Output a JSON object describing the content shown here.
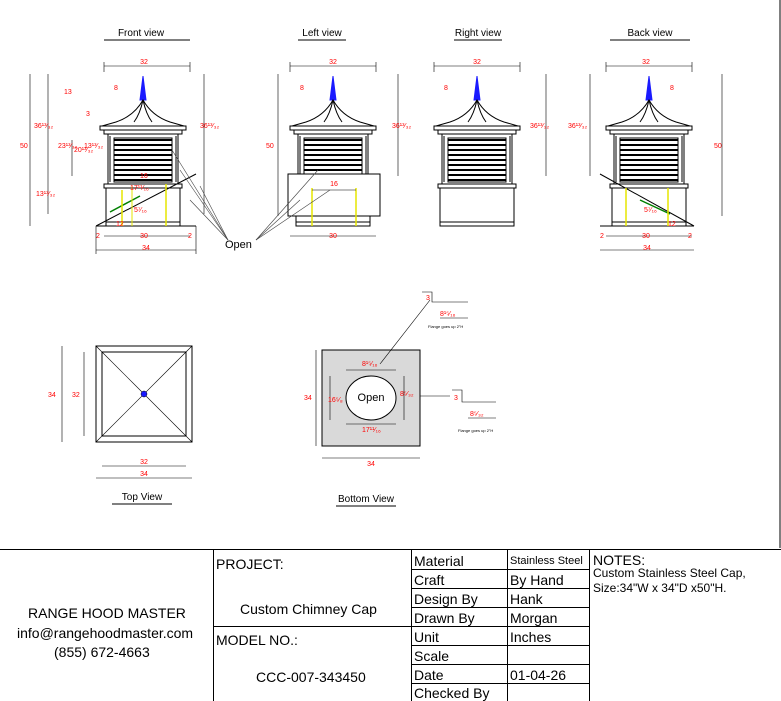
{
  "views": {
    "front": "Front view",
    "left": "Left view",
    "right": "Right view",
    "back": "Back view",
    "top": "Top View",
    "bottom": "Bottom View"
  },
  "dims": {
    "d32": "32",
    "d34": "34",
    "d50": "50",
    "d8": "8",
    "d13": "13",
    "d3": "3",
    "d30": "30",
    "d16": "16",
    "d12": "12",
    "d2": "2",
    "d36": "36¹³⁄₃₂",
    "d23": "23¹³⁄₃₂",
    "d20": "20¹³⁄₃₂",
    "d13b": "13¹³⁄₃₂",
    "d17": "17¹¹⁄₁₆",
    "d5": "5⁷⁄₁₆",
    "d8a": "8¹⁵⁄₁₆",
    "d8b": "8⁵⁄₃₂",
    "d16b": "16⁵⁄₈",
    "d17b": "17¹¹⁄₁₆"
  },
  "open_label": "Open",
  "flange_note": "Flange goes up 2\"H",
  "title_block": {
    "company": "RANGE HOOD MASTER",
    "email": "info@rangehoodmaster.com",
    "phone": "(855) 672-4663",
    "project_label": "PROJECT:",
    "project_name": "Custom Chimney Cap",
    "model_label": "MODEL NO.:",
    "model_no": "CCC-007-343450",
    "rows": [
      {
        "label": "Material",
        "value": "Stainless Steel"
      },
      {
        "label": "Craft",
        "value": "By Hand"
      },
      {
        "label": "Design By",
        "value": "Hank"
      },
      {
        "label": "Drawn By",
        "value": "Morgan"
      },
      {
        "label": "Unit",
        "value": "Inches"
      },
      {
        "label": "Scale",
        "value": ""
      },
      {
        "label": "Date",
        "value": "01-04-26"
      },
      {
        "label": "Checked By",
        "value": ""
      }
    ],
    "notes_label": "NOTES:",
    "notes_line1": "Custom Stainless Steel Cap,",
    "notes_line2": "Size:34\"W x 34\"D x50\"H."
  },
  "colors": {
    "dimension": "#ff0000",
    "finial": "#1a1aff",
    "support_line": "#e6e600",
    "angle_line": "#008000",
    "bottom_fill": "#d9d9d9"
  }
}
